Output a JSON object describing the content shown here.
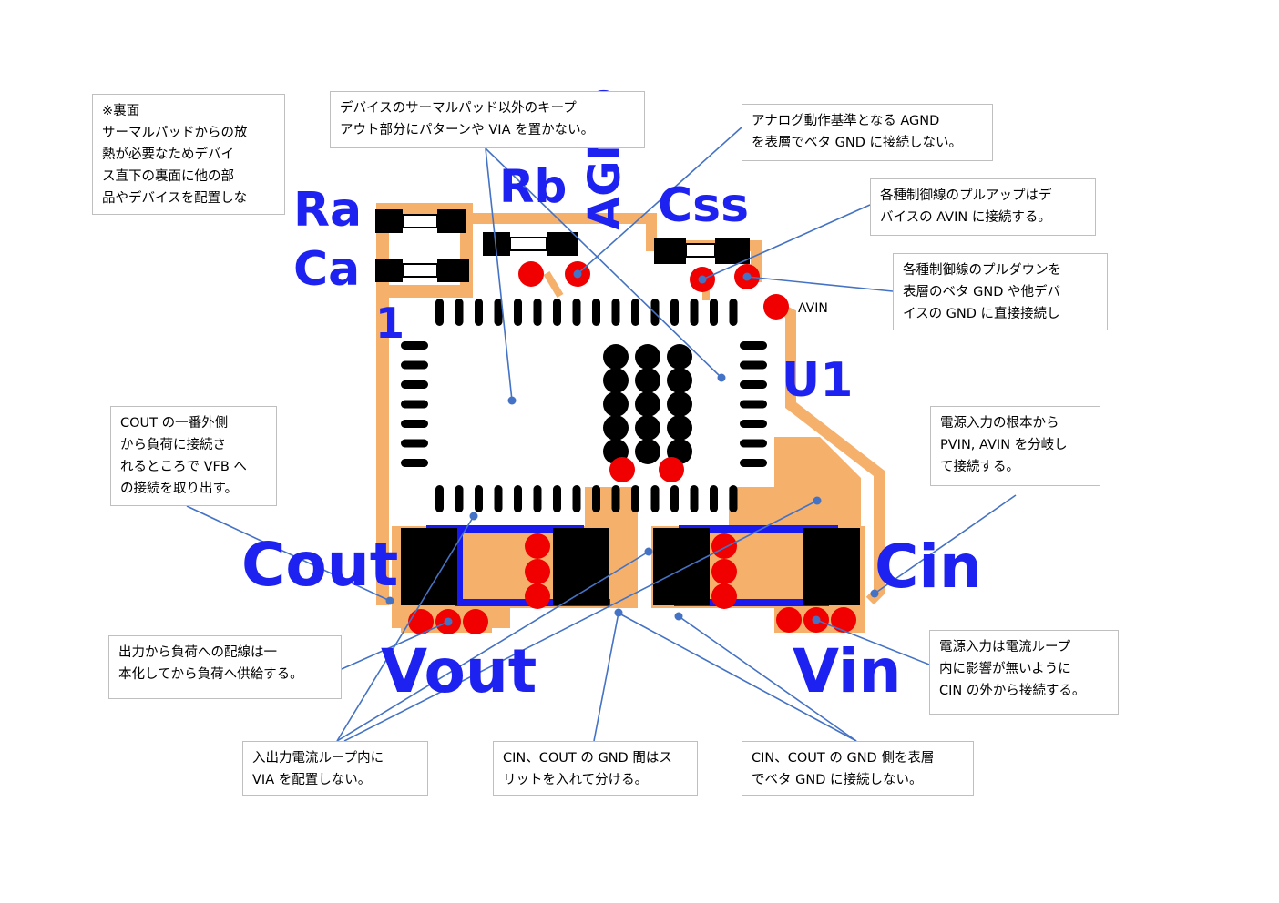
{
  "labels": {
    "ra": "Ra",
    "ca": "Ca",
    "rb": "Rb",
    "agnd": "AGND",
    "css": "Css",
    "pin1": "1",
    "u1": "U1",
    "cout": "Cout",
    "cin": "Cin",
    "vout": "Vout",
    "vin": "Vin",
    "avin": "AVIN"
  },
  "notes": {
    "backside": "※裏面\nサーマルパッドからの放\n熱が必要なためデバイ\nス直下の裏面に他の部\n品やデバイスを配置しな",
    "keepout": "デバイスのサーマルパッド以外のキープ\nアウト部分にパターンや VIA を置かない。",
    "agnd": "アナログ動作基準となる AGND\nを表層でベタ GND に接続しない。",
    "pullup": "各種制御線のプルアップはデ\nバイスの AVIN に接続する。",
    "pulldown": "各種制御線のプルダウンを\n表層のベタ GND や他デバ\nイスの GND に直接接続し",
    "vfb": "COUT の一番外側\nから負荷に接続さ\nれるところで VFB へ\nの接続を取り出す。",
    "split": "電源入力の根本から\nPVIN, AVIN を分岐し\nて接続する。",
    "output": "出力から負荷への配線は一\n本化してから負荷へ供給する。",
    "input": "電源入力は電流ループ\n内に影響が無いように\nCIN の外から接続する。",
    "loop_via": "入出力電流ループ内に\nVIA を配置しない。",
    "slit": "CIN、COUT の GND 間はス\nリットを入れて分ける。",
    "gnd_side": "CIN、COUT の GND 側を表層\nでベタ GND に接続しない。"
  },
  "colors": {
    "copper": "#f5b06b",
    "trace_blue": "#1a1aee",
    "via_red": "#f00000",
    "silkscreen": "#1e22f0",
    "pad_black": "#000000",
    "callout_line": "#4472c4",
    "note_border": "#bfbfbf"
  }
}
